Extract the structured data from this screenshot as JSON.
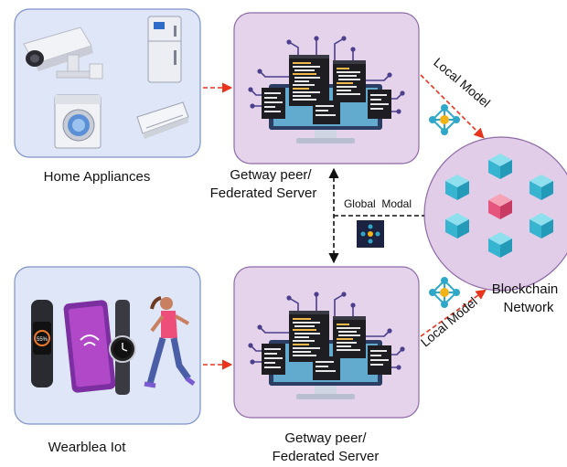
{
  "labels": {
    "home_appliances": "Home Appliances",
    "wearable_iot": "Wearblea Iot",
    "gateway_top_line1": "Getway peer/",
    "gateway_top_line2": "Federated Server",
    "gateway_bottom_line1": "Getway peer/",
    "gateway_bottom_line2": "Federated Server",
    "global_model": "Global  Modal",
    "local_model_top": "Local Model",
    "local_model_bottom": "Local Model",
    "blockchain_line1": "Blockchain",
    "blockchain_line2": "Network"
  },
  "wearable_screen_text": "55%",
  "colors": {
    "device_panel_fill": "#dfe6f7",
    "device_panel_stroke": "#7d91c9",
    "server_panel_fill": "#e5d3ec",
    "server_panel_stroke": "#8f6aa6",
    "blockchain_fill": "#e2cde9",
    "arrow_red": "#e8341c",
    "arrow_black": "#111111",
    "block_cyan": "#3fc1d9",
    "block_pink": "#e6557d"
  }
}
